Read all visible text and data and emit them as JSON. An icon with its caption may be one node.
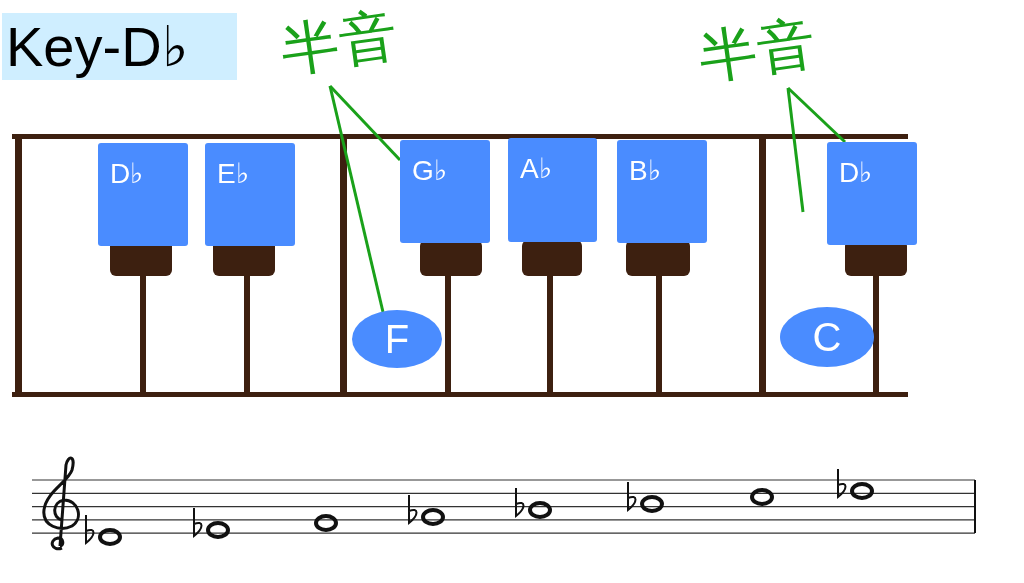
{
  "diagram": {
    "title": "Key-D♭",
    "nodes": [
      {
        "text": [
          "半音"
        ]
      },
      {
        "text": [
          "半音"
        ]
      },
      {
        "text": [
          "D♭"
        ]
      },
      {
        "text": [
          "E♭"
        ]
      },
      {
        "text": [
          "G♭"
        ]
      },
      {
        "text": [
          "A♭"
        ]
      },
      {
        "text": [
          "B♭"
        ]
      },
      {
        "text": [
          "D♭"
        ]
      },
      {
        "text": [
          "F"
        ]
      },
      {
        "text": [
          "C"
        ]
      }
    ],
    "edges": [
      {
        "from": 0,
        "to": 4,
        "arrow": "none"
      },
      {
        "from": 0,
        "to": 8,
        "arrow": "none"
      },
      {
        "from": 1,
        "to": 7,
        "arrow": "none"
      },
      {
        "from": 1,
        "to": null,
        "arrow": "none"
      }
    ]
  }
}
